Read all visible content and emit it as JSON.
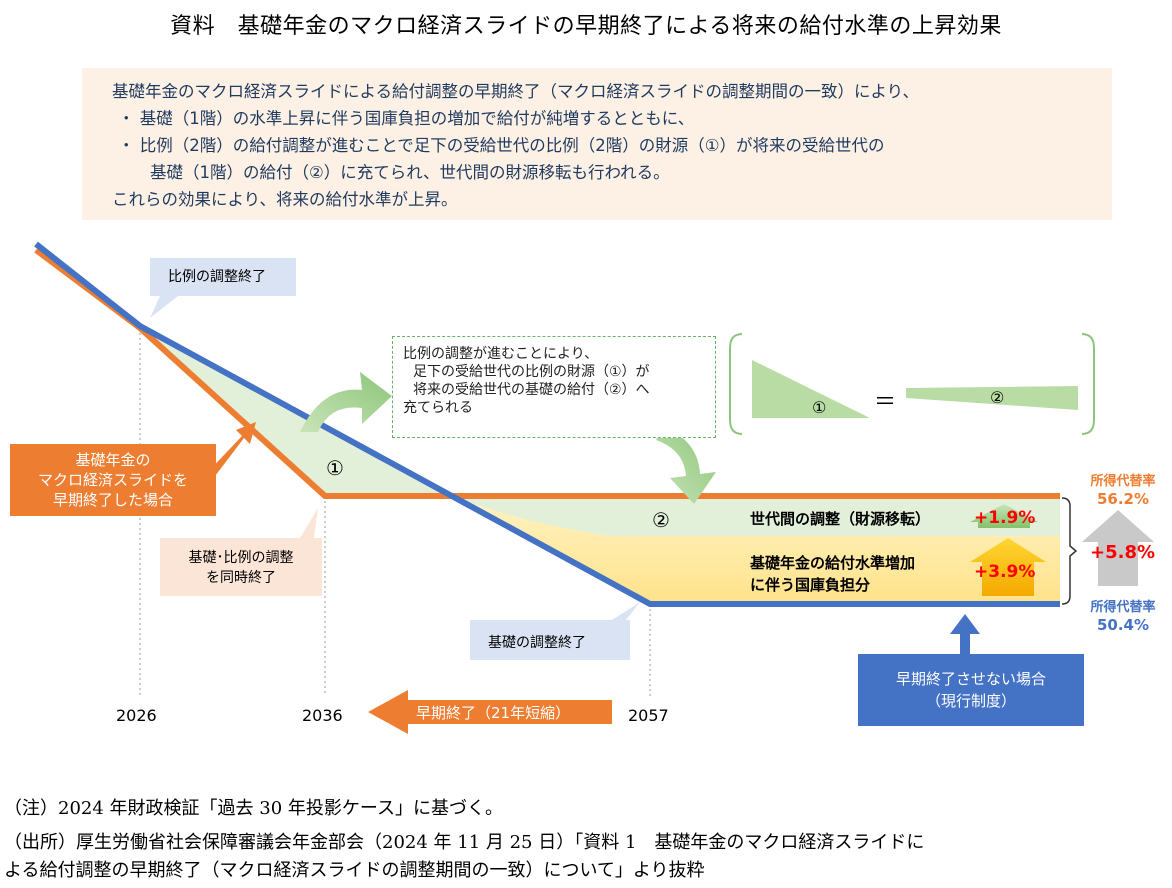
{
  "title": "資料　基礎年金のマクロ経済スライドの早期終了による将来の給付水準の上昇効果",
  "summary": {
    "line1": "基礎年金のマクロ経済スライドによる給付調整の早期終了（マクロ経済スライドの調整期間の一致）により、",
    "line2": "・ 基礎（1階）の水準上昇に伴う国庫負担の増加で給付が純増するとともに、",
    "line3": "・ 比例（2階）の給付調整が進むことで足下の受給世代の比例（2階）の財源（①）が将来の受給世代の",
    "line4": "基礎（1階）の給付（②）に充てられ、世代間の財源移転も行われる。",
    "line5": "これらの効果により、将来の給付水準が上昇。"
  },
  "callouts": {
    "hirei_end": "比例の調整終了",
    "kiso_end": "基礎の調整終了",
    "simultaneous_1": "基礎･比例の調整",
    "simultaneous_2": "を同時終了",
    "early_case_1": "基礎年金の",
    "early_case_2": "マクロ経済スライドを",
    "early_case_3": "早期終了した場合",
    "current_case_1": "早期終了させない場合",
    "current_case_2": "（現行制度）"
  },
  "dashed_note": {
    "line1": "比例の調整が進むことにより、",
    "line2": "足下の受給世代の比例の財源（①）が",
    "line3": "将来の受給世代の基礎の給付（②）へ",
    "line4": "充てられる"
  },
  "legend": {
    "circle1": "①",
    "equals": "＝",
    "circle2": "②"
  },
  "areas": {
    "circle1": "①",
    "circle2": "②",
    "transfer": "世代間の調整（財源移転）",
    "treasury_1": "基礎年金の給付水準増加",
    "treasury_2": "に伴う国庫負担分"
  },
  "effects": {
    "transfer_pct": "+1.9%",
    "treasury_pct": "+3.9%",
    "total_pct": "+5.8%"
  },
  "replacement": {
    "label_top": "所得代替率",
    "value_top": "56.2%",
    "label_bottom": "所得代替率",
    "value_bottom": "50.4%"
  },
  "years": {
    "y2026": "2026",
    "y2036": "2036",
    "y2057": "2057"
  },
  "timeline_arrow": "早期終了（21年短縮）",
  "notes": {
    "note": "（注）2024 年財政検証「過去 30 年投影ケース」に基づく。",
    "source1": "（出所）厚生労働省社会保障審議会年金部会（2024 年 11 月 25 日）「資料 1　基礎年金のマクロ経済スライドに",
    "source2": "よる給付調整の早期終了（マクロ経済スライドの調整期間の一致）について」より抜粋"
  },
  "colors": {
    "orange": "#ed7d31",
    "blue": "#4472c4",
    "green_fill": "#e2f0d9",
    "yellow_fill": "#ffe699",
    "red_text": "#ff0000",
    "callout_blue_bg": "#dae3f3",
    "callout_orange_bg": "#fbe5d6",
    "summary_bg": "#fdf0e4"
  }
}
